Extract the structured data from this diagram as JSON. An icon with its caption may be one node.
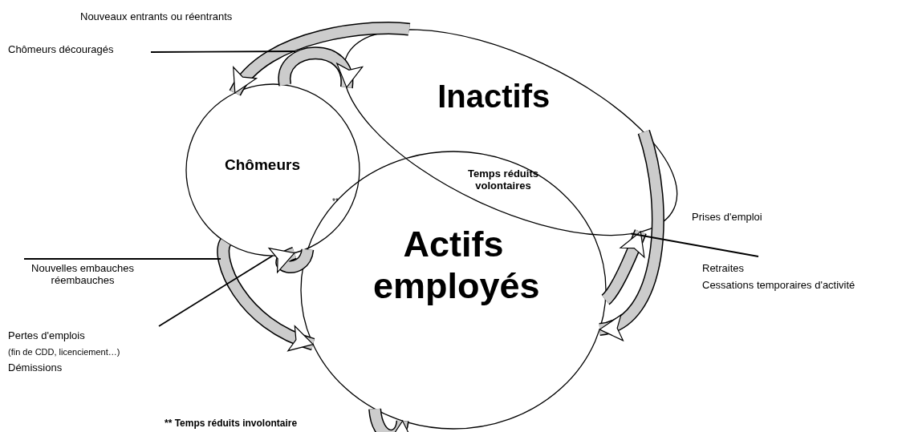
{
  "diagram": {
    "nodes": [
      {
        "text": [
          "Chômeurs découragés"
        ]
      },
      {
        "text": [
          "Inactifs"
        ]
      },
      {
        "text": [
          "Chômeurs"
        ]
      },
      {
        "text": [
          "Actifs employés"
        ]
      },
      {
        "text": [
          "Nouvelles embauches réembauches"
        ]
      },
      {
        "text": [
          "Pertes d'emplois",
          "(fin de CDD, licenciement…)",
          "Démissions"
        ]
      },
      {
        "text": [
          "Retraites",
          "Cessations temporaires d'activité"
        ]
      }
    ],
    "edges": [
      {
        "from": 1,
        "to": 2,
        "arrow": "to"
      },
      {
        "from": 2,
        "to": 1,
        "arrow": "to"
      },
      {
        "from": 3,
        "to": 2,
        "arrow": "to"
      },
      {
        "from": 2,
        "to": 3,
        "arrow": "to"
      },
      {
        "from": 1,
        "to": 3,
        "arrow": "to"
      },
      {
        "from": 3,
        "to": 1,
        "arrow": "to"
      },
      {
        "from": 3,
        "to": 3,
        "arrow": "to"
      },
      {
        "from": 0,
        "to": null,
        "arrow": "none",
        "color": "#000000"
      },
      {
        "from": 4,
        "to": null,
        "arrow": "none",
        "color": "#000000"
      },
      {
        "from": 5,
        "to": 2,
        "arrow": "none",
        "color": "#000000"
      },
      {
        "from": 6,
        "to": 1,
        "arrow": "none",
        "color": "#000000"
      }
    ],
    "labels": [
      "Nouveaux entrants ou réentrants",
      "Temps réduits volontaires",
      "**",
      "Prises d'emploi",
      "** Temps réduits involontaire"
    ]
  }
}
